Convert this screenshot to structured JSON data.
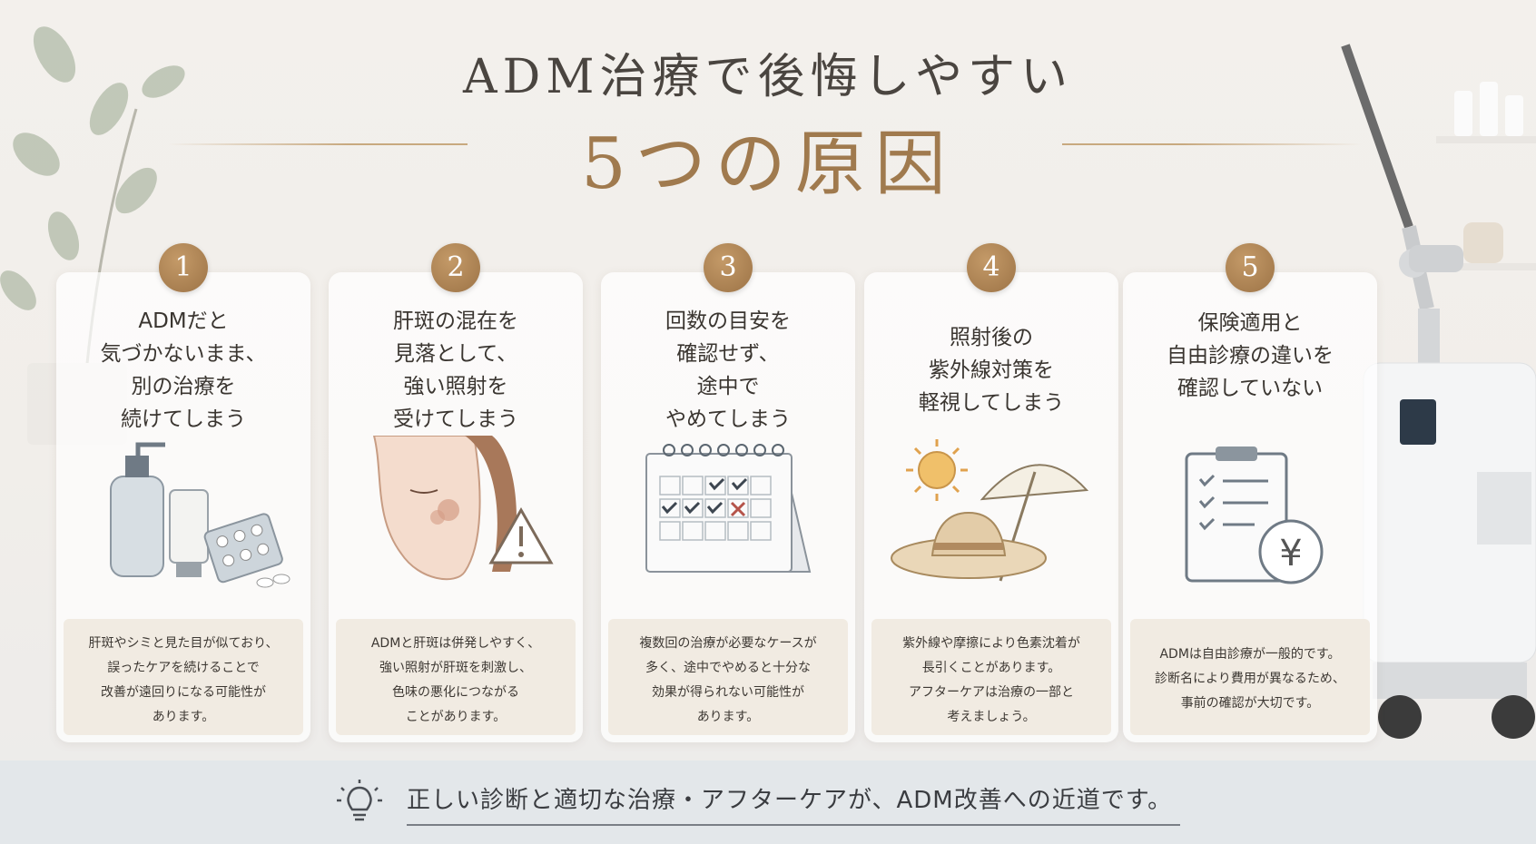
{
  "title": {
    "line1": "ADM治療で後悔しやすい",
    "line2": "5つの原因"
  },
  "colors": {
    "accent_gold": "#a07a4e",
    "badge_gold": "#b68c5c",
    "desc_bg": "#f1ebe2",
    "footer_bg": "#e3e7ea"
  },
  "cards": [
    {
      "number": "1",
      "title_lines": [
        "ADMだと",
        "気づかないまま、",
        "別の治療を",
        "続けてしまう"
      ],
      "illustration": "skincare-products-and-pills-icon",
      "desc_lines": [
        "肝斑やシミと見た目が似ており、",
        "誤ったケアを続けることで",
        "改善が遠回りになる可能性が",
        "あります。"
      ]
    },
    {
      "number": "2",
      "title_lines": [
        "肝斑の混在を",
        "見落として、",
        "強い照射を",
        "受けてしまう"
      ],
      "illustration": "face-with-pigment-warning-icon",
      "desc_lines": [
        "ADMと肝斑は併発しやすく、",
        "強い照射が肝斑を刺激し、",
        "色味の悪化につながる",
        "ことがあります。"
      ]
    },
    {
      "number": "3",
      "title_lines": [
        "回数の目安を",
        "確認せず、",
        "途中で",
        "やめてしまう"
      ],
      "illustration": "calendar-with-checkmarks-icon",
      "desc_lines": [
        "複数回の治療が必要なケースが",
        "多く、途中でやめると十分な",
        "効果が得られない可能性が",
        "あります。"
      ]
    },
    {
      "number": "4",
      "title_lines": [
        "照射後の",
        "紫外線対策を",
        "軽視してしまう"
      ],
      "illustration": "sun-hat-umbrella-icon",
      "desc_lines": [
        "紫外線や摩擦により色素沈着が",
        "長引くことがあります。",
        "アフターケアは治療の一部と",
        "考えましょう。"
      ]
    },
    {
      "number": "5",
      "title_lines": [
        "保険適用と",
        "自由診療の違いを",
        "確認していない"
      ],
      "illustration": "clipboard-yen-icon",
      "desc_lines": [
        "ADMは自由診療が一般的です。",
        "診断名により費用が異なるため、",
        "事前の確認が大切です。"
      ],
      "yen_symbol": "¥"
    }
  ],
  "footer": {
    "icon": "lightbulb-icon",
    "text": "正しい診断と適切な治療・アフターケアが、ADM改善への近道です。"
  }
}
